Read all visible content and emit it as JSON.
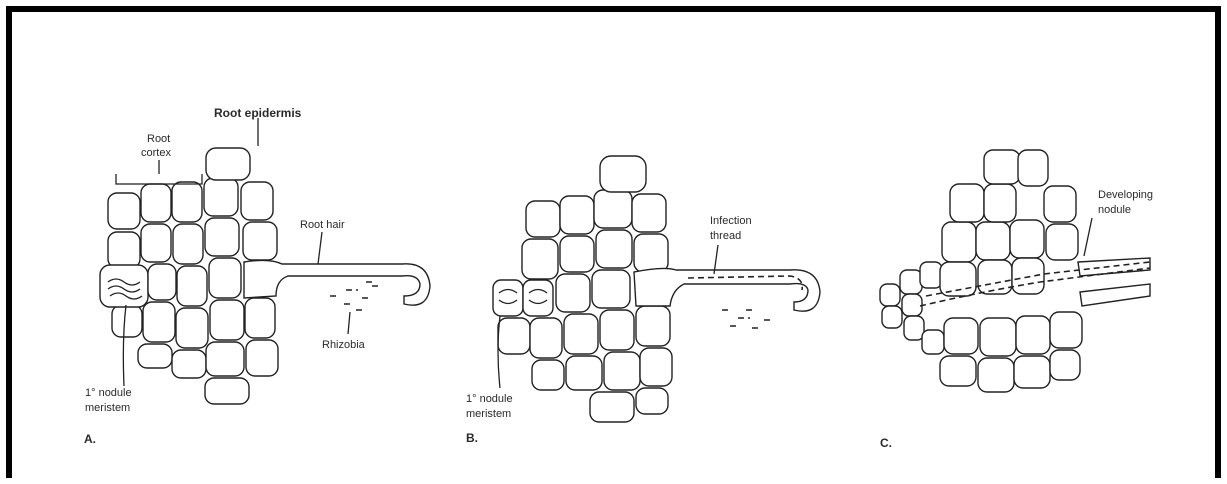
{
  "panels": {
    "a": {
      "letter": "A.",
      "labels": {
        "root_epidermis": "Root epidermis",
        "root_cortex_1": "Root",
        "root_cortex_2": "cortex",
        "root_hair": "Root hair",
        "rhizobia": "Rhizobia",
        "meristem_1": "1° nodule",
        "meristem_2": "meristem"
      }
    },
    "b": {
      "letter": "B.",
      "labels": {
        "infection_1": "Infection",
        "infection_2": "thread",
        "meristem_1": "1° nodule",
        "meristem_2": "meristem"
      }
    },
    "c": {
      "letter": "C.",
      "labels": {
        "developing_1": "Developing",
        "developing_2": "nodule"
      }
    }
  }
}
